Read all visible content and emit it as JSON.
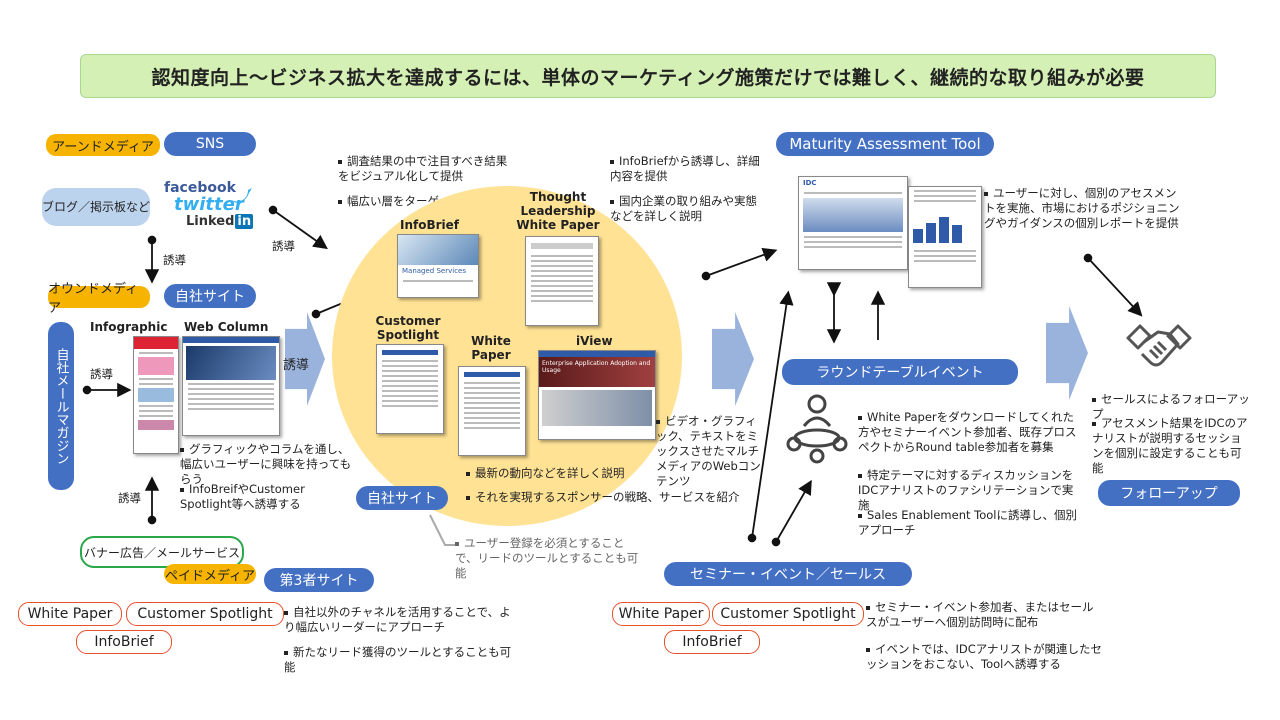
{
  "banner": "認知度向上〜ビジネス拡大を達成するには、単体のマーケティング施策だけでは難しく、継続的な取り組みが必要",
  "left": {
    "earned": "アーンドメディア",
    "sns": "SNS",
    "blog": "ブログ／掲示板など",
    "sns_logos": {
      "facebook": "facebook",
      "twitter": "twitter",
      "linkedin": "Linked",
      "linkedin_in": "in"
    },
    "owned": "オウンドメディア",
    "own_site": "自社サイト",
    "mailmag": "自社メールマガジン",
    "induce1": "誘導",
    "induce2": "誘導",
    "induce3": "誘導",
    "induce4": "誘導",
    "induce_arrow": "誘導",
    "infographic": "Infographic",
    "web_column": "Web Column",
    "bullet1": "グラフィックやコラムを通し、幅広いユーザーに興味を持ってもらう",
    "bullet2": "InfoBreifやCustomer Spotlight等へ誘導する",
    "banner_ad": "バナー広告／メールサービス",
    "paid": "ペイドメディア",
    "third_site": "第3者サイト",
    "chip_wp": "White Paper",
    "chip_cs": "Customer Spotlight",
    "chip_ib": "InfoBrief",
    "paid_bullet1": "自社以外のチャネルを活用することで、より幅広いリーダーにアプローチ",
    "paid_bullet2": "新たなリード獲得のツールとすることも可能"
  },
  "center": {
    "top_b1": "調査結果の中で注目すべき結果をビジュアル化して提供",
    "top_b2": "幅広い層をターゲットとする",
    "top_b3": "InfoBriefから誘導し、詳細内容を提供",
    "top_b4": "国内企業の取り組みや実態などを詳しく説明",
    "infobrief": "InfoBrief",
    "infobrief_doc": "Managed Services",
    "tlwp": "Thought Leadership White Paper",
    "customer_spotlight": "Customer Spotlight",
    "white_paper": "White Paper",
    "iview": "iView",
    "iview_caption": "Enterprise Application Adoption and Usage",
    "iview_desc": "ビデオ・グラフィック、テキストをミックスさせたマルチメディアのWebコンテンツ",
    "b_latest": "最新の動向などを詳しく説明",
    "b_sponsor": "それを実現するスポンサーの戦略、サービスを紹介",
    "own_site": "自社サイト",
    "reg_note": "ユーザー登録を必須とすることで、リードのツールとすることも可能"
  },
  "right": {
    "mat_tool": "Maturity Assessment Tool",
    "mat_desc": "ユーザーに対し、個別のアセスメントを実施、市場におけるポジショニングやガイダンスの個別レポートを提供",
    "idc_logo": "IDC",
    "roundtable": "ラウンドテーブルイベント",
    "rt_b1": "White Paperをダウンロードしてくれた方やセミナーイベント参加者、既存プロスペクトからRound table参加者を募集",
    "rt_b2": "特定テーマに対するディスカッションをIDCアナリストのファシリテーションで実施",
    "rt_b3": "Sales Enablement Toolに誘導し、個別アプローチ",
    "seminar": "セミナー・イベント／セールス",
    "chip_wp": "White Paper",
    "chip_cs": "Customer Spotlight",
    "chip_ib": "InfoBrief",
    "sem_b1": "セミナー・イベント参加者、またはセールスがユーザーへ個別訪問時に配布",
    "sem_b2": "イベントでは、IDCアナリストが関連したセッションをおこない、Toolへ誘導する",
    "fu_b1": "セールスによるフォローアップ",
    "fu_b2": "アセスメント結果をIDCのアナリストが説明するセッションを個別に設定することも可能",
    "followup": "フォローアップ"
  },
  "colors": {
    "accent_blue": "#4470c4",
    "earned_yellow": "#f6b400",
    "circle": "#ffe294",
    "banner_green": "#d4f0b4"
  }
}
